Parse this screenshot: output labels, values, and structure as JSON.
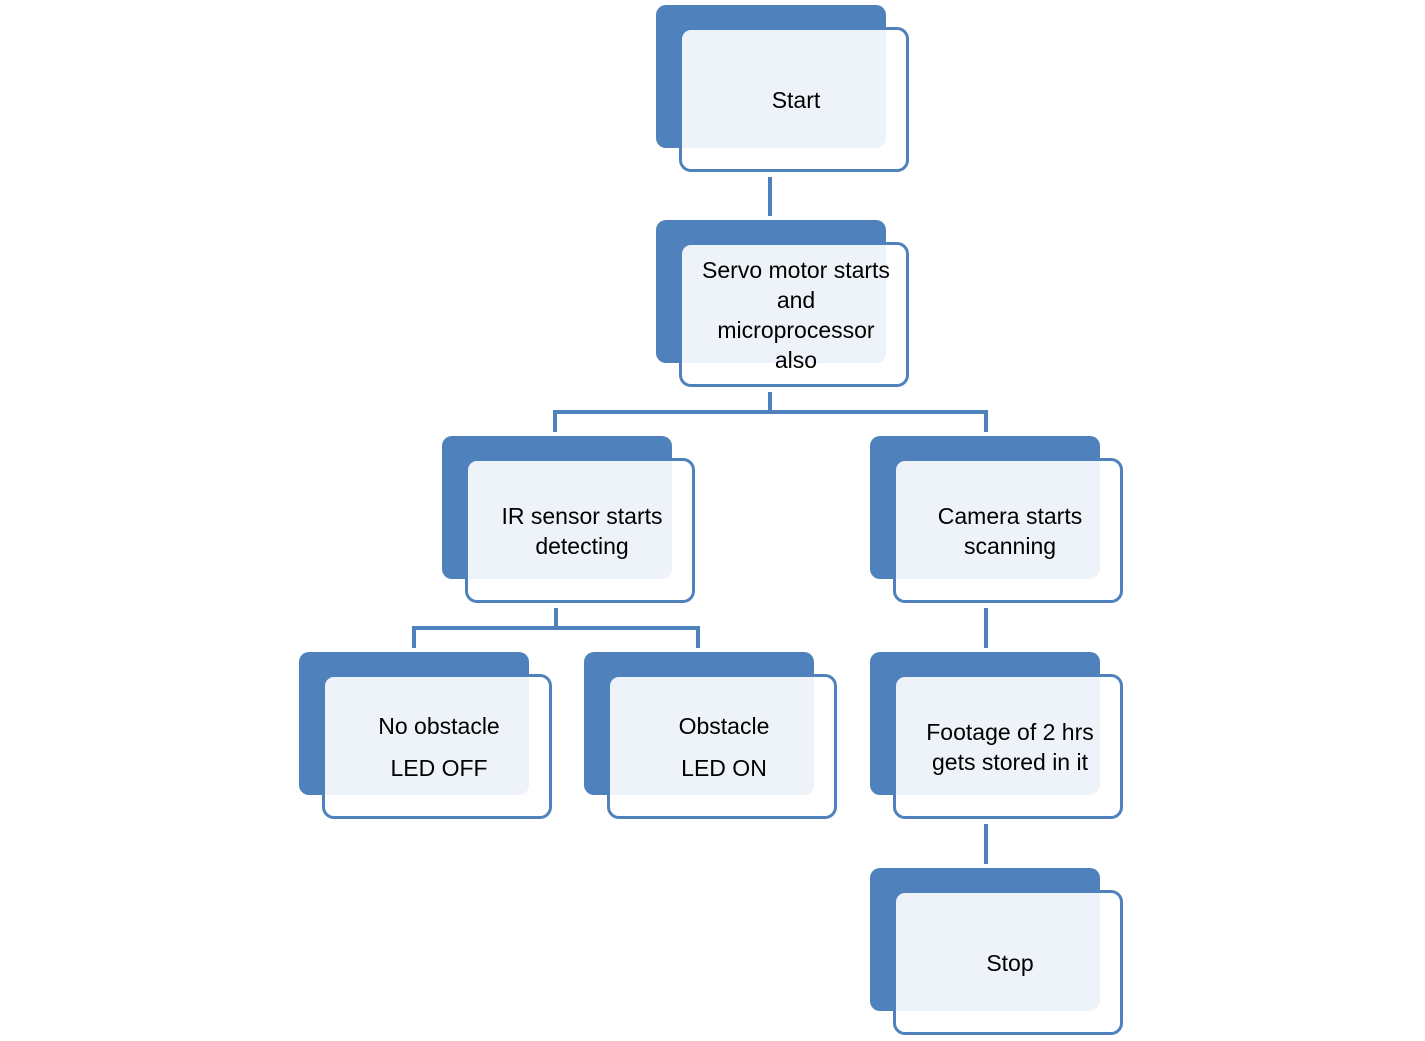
{
  "colors": {
    "accent": "#4f81bd",
    "box_fill": "#eef2f9",
    "text": "#000000"
  },
  "nodes": {
    "start": {
      "lines": [
        "Start"
      ]
    },
    "servo": {
      "lines": [
        "Servo motor starts",
        "and",
        "microprocessor",
        "also"
      ]
    },
    "ir": {
      "lines": [
        "IR sensor starts",
        "detecting"
      ]
    },
    "camera": {
      "lines": [
        "Camera starts",
        "scanning"
      ]
    },
    "no_obstacle": {
      "lines": [
        "No obstacle",
        "LED OFF"
      ]
    },
    "obstacle": {
      "lines": [
        "Obstacle",
        "LED ON"
      ]
    },
    "footage": {
      "lines": [
        "Footage of 2 hrs",
        "gets stored in it"
      ]
    },
    "stop": {
      "lines": [
        "Stop"
      ]
    }
  }
}
